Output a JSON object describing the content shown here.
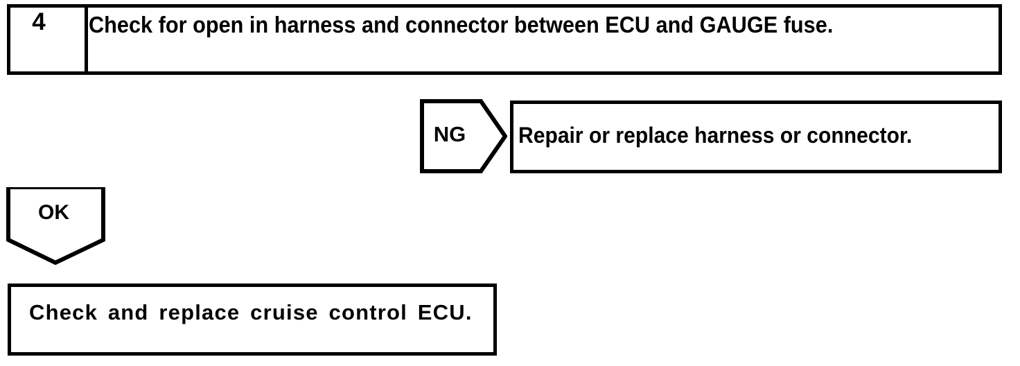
{
  "diagram": {
    "type": "troubleshooting-flowchart",
    "ink_color": "#000000",
    "background_color": "#ffffff",
    "step": {
      "number": "4",
      "instruction": "Check for open in harness and connector between ECU and GAUGE fuse."
    },
    "branches": {
      "ng": {
        "label": "NG",
        "arrow_direction": "right",
        "result": "Repair or replace harness or connector."
      },
      "ok": {
        "label": "OK",
        "arrow_direction": "down",
        "result": "Check and replace cruise control ECU."
      }
    }
  }
}
